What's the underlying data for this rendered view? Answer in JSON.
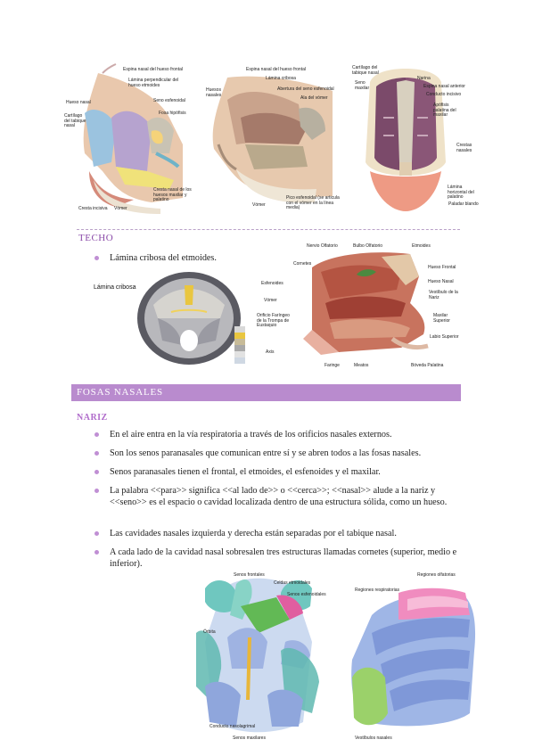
{
  "figure1": {
    "left": {
      "labels": [
        "Espina nasal del hueso frontal",
        "Lámina perpendicular del hueso etmoides",
        "Hueso nasal",
        "Seno esfenoidal",
        "Fosa hipófisis",
        "Cartílago del tabique nasal",
        "Cresta nasal de los huesos maxilar y palatino",
        "Cresta incisiva",
        "Vómer"
      ]
    },
    "middle": {
      "labels": [
        "Espina nasal del hueso frontal",
        "Lámina cribosa",
        "Huesos nasales",
        "Abertura del seno esfenoidal",
        "Ala del vómer",
        "Vómer",
        "Pico esfenoidal (se articula con el vómer en la línea media)"
      ]
    },
    "right": {
      "labels": [
        "Cartílago del tabique nasal",
        "Seno maxilar",
        "Narina",
        "Espina nasal anterior",
        "Conducto incisivo",
        "Apófisis palatina del maxilar",
        "Crestas nasales",
        "Lámina horizontal del palatino",
        "Paladar blando"
      ]
    }
  },
  "techo": {
    "title": "TECHO",
    "bullet": "Lámina cribosa del etmoides.",
    "skull_label": "Lámina cribosa",
    "diagram_labels": [
      "Nervio Olfatorio",
      "Bulbo Olfatorio",
      "Etmoides",
      "Cornetes",
      "Hueso Frontal",
      "Esfenoides",
      "Hueso Nasal",
      "Vómer",
      "Vestíbulo de la Nariz",
      "Orificio Faríngeo de la Trompa de Eustaquio",
      "Maxilar Superior",
      "Labio Superior",
      "Axis",
      "Faringe",
      "Meatos",
      "Bóveda Palatina"
    ]
  },
  "section": {
    "title": "FOSAS NASALES",
    "subtitle": "NARIZ",
    "bullets": [
      "En el aire entra en la vía respiratoria a través de los orificios nasales externos.",
      "Son los senos paranasales que comunican entre sí y se abren todos a las fosas nasales.",
      "Senos paranasales tienen el frontal, el etmoides, el esfenoides y el maxilar.",
      "La palabra <<para>> significa <<al lado de>> o <<cerca>>; <<nasal>> alude a la nariz y <<seno>> es el espacio o cavidad localizada dentro de una estructura sólida, como un hueso.",
      "Las cavidades nasales izquierda y derecha están separadas por el tabique nasal.",
      "A cada lado de la cavidad nasal sobresalen tres estructuras llamadas cornetes (superior, medio e inferior)."
    ]
  },
  "figure2": {
    "left_labels": [
      "Senos frontales",
      "Celdas etmoidales",
      "Senos esfenoidales",
      "Órbita",
      "Conducto nasolagrimal",
      "Senos maxilares"
    ],
    "right_labels": [
      "Regiones olfatorias",
      "Regiones respiratorias",
      "Vestíbulos nasales"
    ]
  }
}
